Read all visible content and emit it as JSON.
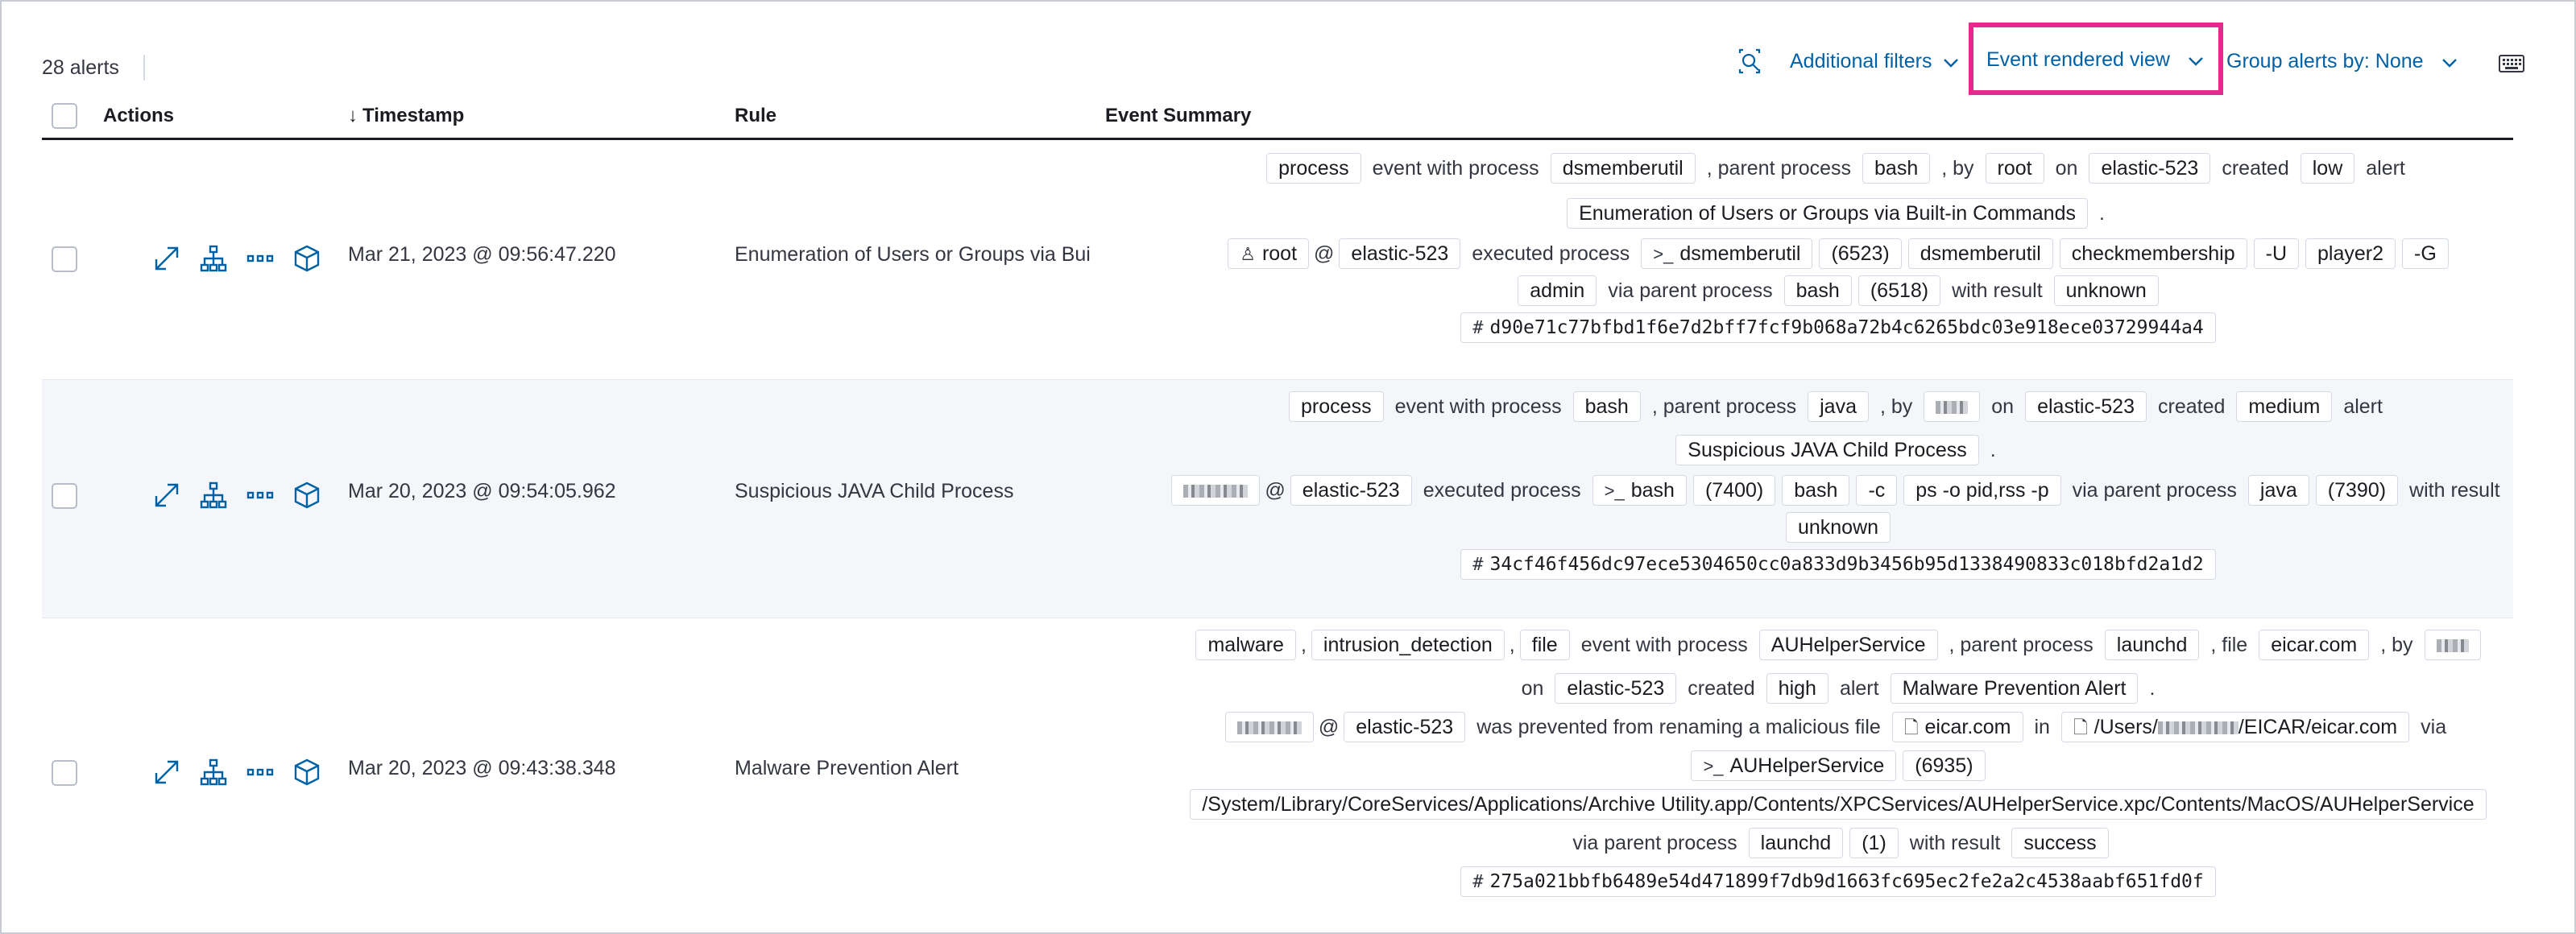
{
  "toolbar": {
    "alert_count": "28 alerts",
    "additional_filters": "Additional filters",
    "event_view": "Event rendered view",
    "group_by": "Group alerts by: None"
  },
  "columns": {
    "actions": "Actions",
    "timestamp": "Timestamp",
    "rule": "Rule",
    "event_summary": "Event Summary"
  },
  "rows": [
    {
      "timestamp": "Mar 21, 2023 @ 09:56:47.220",
      "rule": "Enumeration of Users or Groups via Bui",
      "summary": {
        "l1": [
          "process",
          "event with process",
          "dsmemberutil",
          ", parent process",
          "bash",
          ", by",
          "root",
          "on",
          "elastic-523",
          "created",
          "low",
          "alert"
        ],
        "l2": [
          "Enumeration of Users or Groups via Built-in Commands",
          "."
        ],
        "l3": [
          "root",
          "@",
          "elastic-523",
          "executed process",
          "dsmemberutil",
          "(6523)",
          "dsmemberutil",
          "checkmembership",
          "-U",
          "player2",
          "-G"
        ],
        "l4": [
          "admin",
          "via parent process",
          "bash",
          "(6518)",
          "with result",
          "unknown"
        ],
        "hash": "d90e71c77bfbd1f6e7d2bff7fcf9b068a72b4c6265bdc03e918ece03729944a4"
      }
    },
    {
      "timestamp": "Mar 20, 2023 @ 09:54:05.962",
      "rule": "Suspicious JAVA Child Process",
      "summary": {
        "l1": [
          "process",
          "event with process",
          "bash",
          ", parent process",
          "java",
          ", by",
          "on",
          "elastic-523",
          "created",
          "medium",
          "alert"
        ],
        "l2": [
          "Suspicious JAVA Child Process",
          "."
        ],
        "l3": [
          "@",
          "elastic-523",
          "executed process",
          "bash",
          "(7400)",
          "bash",
          "-c",
          "ps -o pid,rss -p",
          "via parent process",
          "java",
          "(7390)",
          "with result"
        ],
        "l4": [
          "unknown"
        ],
        "hash": "34cf46f456dc97ece5304650cc0a833d9b3456b95d1338490833c018bfd2a1d2"
      }
    },
    {
      "timestamp": "Mar 20, 2023 @ 09:43:38.348",
      "rule": "Malware Prevention Alert",
      "summary": {
        "l1": [
          "malware",
          ",",
          "intrusion_detection",
          ",",
          "file",
          "event with process",
          "AUHelperService",
          ", parent process",
          "launchd",
          ", file",
          "eicar.com",
          ", by"
        ],
        "l2": [
          "on",
          "elastic-523",
          "created",
          "high",
          "alert",
          "Malware Prevention Alert",
          "."
        ],
        "l3": [
          "@",
          "elastic-523",
          "was prevented from renaming a malicious file",
          "eicar.com",
          "in",
          "/Users/",
          "/EICAR/eicar.com",
          "via"
        ],
        "l4": [
          "AUHelperService",
          "(6935)"
        ],
        "l5": [
          "/System/Library/CoreServices/Applications/Archive Utility.app/Contents/XPCServices/AUHelperService.xpc/Contents/MacOS/AUHelperService"
        ],
        "l6": [
          "via parent process",
          "launchd",
          "(1)",
          "with result",
          "success"
        ],
        "hash": "275a021bbfb6489e54d471899f7db9d1663fc695ec2fe2a2c4538aabf651fd0f"
      }
    }
  ]
}
